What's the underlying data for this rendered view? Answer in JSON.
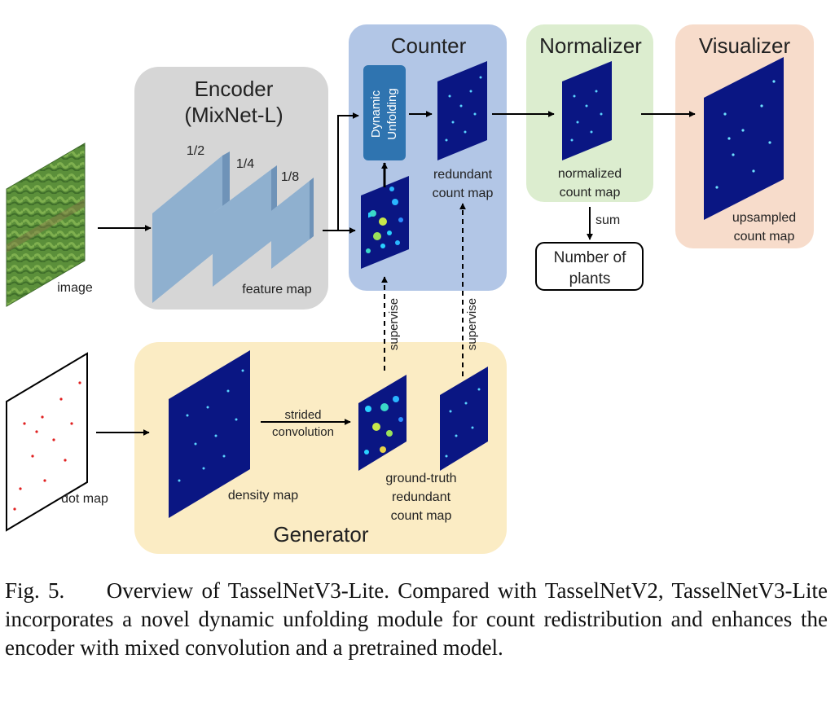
{
  "modules": {
    "encoder": {
      "title": "Encoder",
      "subtitle": "(MixNet-L)"
    },
    "counter": {
      "title": "Counter"
    },
    "normalizer": {
      "title": "Normalizer"
    },
    "visualizer": {
      "title": "Visualizer"
    },
    "generator": {
      "title": "Generator"
    }
  },
  "labels": {
    "image": "image",
    "scale_half": "1/2",
    "scale_quarter": "1/4",
    "scale_eighth": "1/8",
    "feature_map": "feature map",
    "dynamic_unfolding": [
      "Dynamic",
      "Unfolding"
    ],
    "redundant_count_map": [
      "redundant",
      "count map"
    ],
    "normalized_count_map": [
      "normalized",
      "count map"
    ],
    "upsampled_count_map": [
      "upsampled",
      "count map"
    ],
    "sum": "sum",
    "number_of_plants": [
      "Number of",
      "plants"
    ],
    "supervise": "supervise",
    "dot_map": "dot map",
    "density_map": "density map",
    "strided_convolution": [
      "strided",
      "convolution"
    ],
    "gt_redundant_count_map": [
      "ground-truth",
      "redundant",
      "count map"
    ]
  },
  "caption": {
    "label": "Fig. 5.",
    "text": "Overview of TasselNetV3-Lite. Compared with TasselNetV2, TasselNetV3-Lite incorporates a novel dynamic unfolding module for count redistribution and enhances the encoder with mixed convolution and a pretrained model."
  },
  "colors": {
    "encoder_bg": "#d6d6d6",
    "counter_bg": "#b2c6e6",
    "normalizer_bg": "#dcedcf",
    "visualizer_bg": "#f7dccb",
    "generator_bg": "#fbecc4",
    "feature_block": "#8fb0cf",
    "dynamic_unfolding": "#2f74b0",
    "map_navy": "#0a1683"
  }
}
